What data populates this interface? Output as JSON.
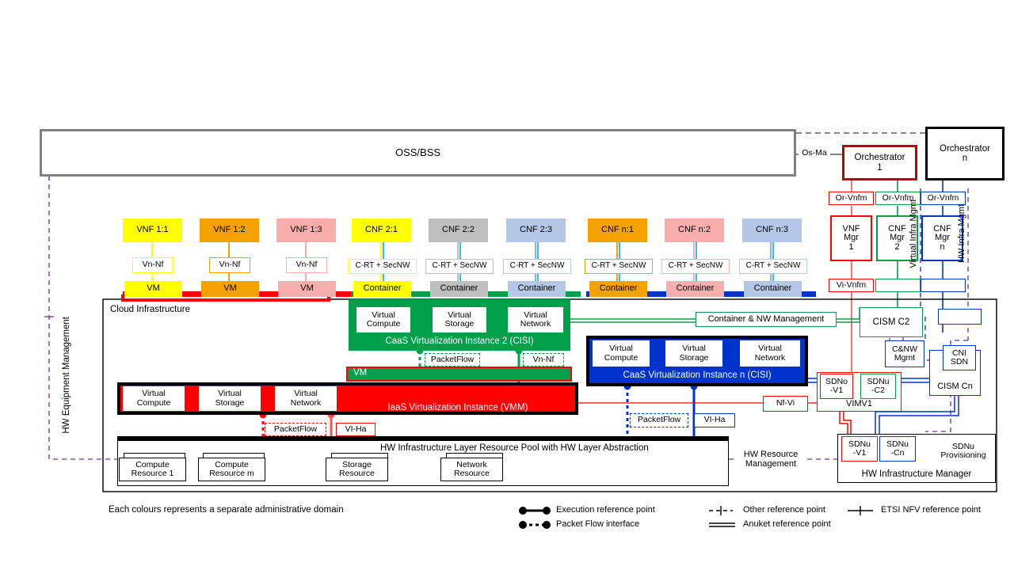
{
  "colors": {
    "yellow": "#ffff00",
    "orange": "#f5a100",
    "pink": "#f9adad",
    "grey": "#bfbfbf",
    "blue_light": "#b4c7e7",
    "red": "#ff0000",
    "green": "#00a04b",
    "blue": "#0033cc",
    "black": "#000000",
    "purple": "#7030a0",
    "darkred": "#c00000",
    "grey_border": "#808080"
  },
  "oss": {
    "label": "OSS/BSS"
  },
  "orchestrators": [
    {
      "label": "Orchestrator 1",
      "line1": "Orchestrator",
      "line2": "1",
      "color": "#c00000"
    },
    {
      "label": "Orchestrator n",
      "line1": "Orchestrator",
      "line2": "n",
      "color": "#000000"
    }
  ],
  "os_ma": "Os-Ma",
  "or_vnfm": [
    "Or-Vnfm",
    "Or-Vnfm",
    "Or-Vnfm"
  ],
  "managers": [
    {
      "l1": "VNF",
      "l2": "Mgr",
      "l3": "1",
      "color": "#ff0000"
    },
    {
      "l1": "CNF",
      "l2": "Mgr",
      "l3": "2",
      "color": "#00a04b"
    },
    {
      "l1": "CNF",
      "l2": "Mgr",
      "l3": "n",
      "color": "#0033cc"
    }
  ],
  "vi_vnfm": "Vi-Vnfm",
  "vertical_labels": {
    "virtual_infra": "Virtual Infra Mgmt",
    "hw_infra": "HW Infra Mgmt",
    "hw_equipment": "HW Equipment Management"
  },
  "functions": [
    {
      "name": "VNF 1:1",
      "fill": "#ffff00",
      "ref": "Vn-Nf",
      "node": "VM",
      "node_fill": "#ffff00",
      "pedestal": "#ff0000"
    },
    {
      "name": "VNF 1:2",
      "fill": "#f5a100",
      "ref": "Vn-Nf",
      "node": "VM",
      "node_fill": "#f5a100",
      "pedestal": "#ff0000"
    },
    {
      "name": "VNF 1:3",
      "fill": "#f9adad",
      "ref": "Vn-Nf",
      "node": "VM",
      "node_fill": "#f9adad",
      "pedestal": "#ff0000"
    },
    {
      "name": "CNF 2:1",
      "fill": "#ffff00",
      "ref": "C-RT + SecNW",
      "node": "Container",
      "node_fill": "#ffff00",
      "pedestal": "#00a04b"
    },
    {
      "name": "CNF 2:2",
      "fill": "#bfbfbf",
      "ref": "C-RT + SecNW",
      "node": "Container",
      "node_fill": "#bfbfbf",
      "pedestal": "#00a04b"
    },
    {
      "name": "CNF 2:3",
      "fill": "#b4c7e7",
      "ref": "C-RT + SecNW",
      "node": "Container",
      "node_fill": "#b4c7e7",
      "pedestal": "#00a04b"
    },
    {
      "name": "CNF n:1",
      "fill": "#f5a100",
      "ref": "C-RT + SecNW",
      "node": "Container",
      "node_fill": "#f5a100",
      "pedestal": "#0033cc"
    },
    {
      "name": "CNF n:2",
      "fill": "#f9adad",
      "ref": "C-RT + SecNW",
      "node": "Container",
      "node_fill": "#f9adad",
      "pedestal": "#0033cc"
    },
    {
      "name": "CNF n:3",
      "fill": "#b4c7e7",
      "ref": "C-RT + SecNW",
      "node": "Container",
      "node_fill": "#b4c7e7",
      "pedestal": "#0033cc"
    }
  ],
  "cloud_infrastructure": {
    "label": "Cloud Infrastructure"
  },
  "cisi2": {
    "title": "CaaS Virtualization Instance 2 (CISI)",
    "resources": [
      "Virtual Compute",
      "Virtual Storage",
      "Virtual Network"
    ],
    "vm": "VM",
    "packetflow": "PacketFlow",
    "vn_nf": "Vn-Nf"
  },
  "cisin": {
    "title": "CaaS Virtualization Instance n (CISI)",
    "resources": [
      "Virtual Compute",
      "Virtual Storage",
      "Virtual Network"
    ],
    "packetflow": "PacketFlow",
    "vi_ha": "VI-Ha"
  },
  "iaas": {
    "title": "IaaS Virtualization Instance (VMM)",
    "resources": [
      "Virtual Compute",
      "Virtual Storage",
      "Virtual Network"
    ],
    "packetflow": "PacketFlow",
    "vi_ha": "VI-Ha"
  },
  "hw_pool": {
    "title": "HW Infrastructure Layer Resource Pool with HW Layer Abstraction",
    "resources": [
      "Compute Resource 1",
      "Compute Resource m",
      "Storage Resource",
      "Network Resource"
    ]
  },
  "management": {
    "container_nw": "Container & NW Management",
    "cism_c2": "CISM C2",
    "c_nw_mgmt": "C&NW Mgmt",
    "cism_cn": "CISM Cn",
    "cni_sdn": "CNI SDN",
    "sdno_v1": "SDNo -V1",
    "sdnu_c2": "SDNu -C2",
    "vimv1": "VIMV1",
    "nf_vi": "Nf-Vi",
    "hw_resource_mgmt": "HW Resource Management",
    "hw_infra_manager": "HW Infrastructure Manager",
    "sdnu_v1": "SDNu -V1",
    "sdnu_cn": "SDNu -Cn",
    "sdnu_provisioning": "SDNu Provisioning"
  },
  "footnote": "Each colours represents a separate administrative domain",
  "legend": [
    {
      "glyph": "execution",
      "label": "Execution reference point"
    },
    {
      "glyph": "packetflow",
      "label": "Packet Flow interface"
    },
    {
      "glyph": "other",
      "label": "Other reference point"
    },
    {
      "glyph": "anuket",
      "label": "Anuket reference point"
    },
    {
      "glyph": "etsi",
      "label": "ETSI NFV reference point"
    }
  ]
}
